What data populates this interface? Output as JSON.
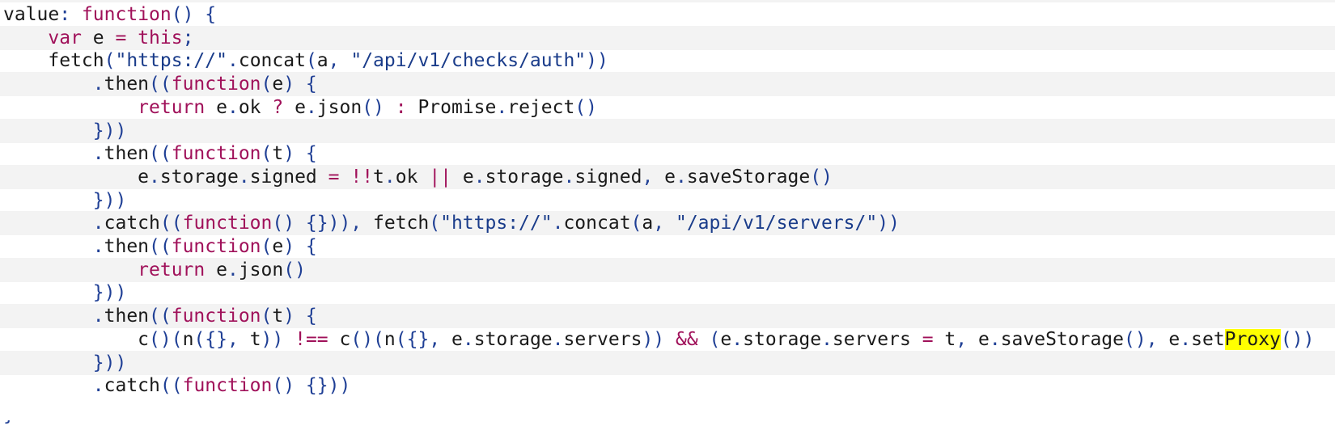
{
  "code_viewer": {
    "colors": {
      "plain": "#1a1a1a",
      "keyword": "#a0115a",
      "string": "#1a3c8a",
      "punctuation": "#1f3f95",
      "search_highlight": "#ffff00",
      "row_shade": "#f3f3f3"
    },
    "lines": [
      {
        "indent": 0,
        "shaded": false,
        "tokens": [
          {
            "t": "value",
            "k": "plain"
          },
          {
            "t": ": ",
            "k": "punc"
          },
          {
            "t": "function",
            "k": "kw"
          },
          {
            "t": "() {",
            "k": "punc"
          }
        ]
      },
      {
        "indent": 1,
        "shaded": true,
        "tokens": [
          {
            "t": "var",
            "k": "kw"
          },
          {
            "t": " e ",
            "k": "plain"
          },
          {
            "t": "=",
            "k": "kw"
          },
          {
            "t": " ",
            "k": "plain"
          },
          {
            "t": "this",
            "k": "kw"
          },
          {
            "t": ";",
            "k": "punc"
          }
        ]
      },
      {
        "indent": 1,
        "shaded": false,
        "tokens": [
          {
            "t": "fetch",
            "k": "plain"
          },
          {
            "t": "(",
            "k": "punc"
          },
          {
            "t": "\"https://\"",
            "k": "str"
          },
          {
            "t": ".",
            "k": "punc"
          },
          {
            "t": "concat",
            "k": "plain"
          },
          {
            "t": "(",
            "k": "punc"
          },
          {
            "t": "a",
            "k": "plain"
          },
          {
            "t": ", ",
            "k": "punc"
          },
          {
            "t": "\"/api/v1/checks/auth\"",
            "k": "str"
          },
          {
            "t": "))",
            "k": "punc"
          }
        ]
      },
      {
        "indent": 2,
        "shaded": true,
        "tokens": [
          {
            "t": ".",
            "k": "punc"
          },
          {
            "t": "then",
            "k": "plain"
          },
          {
            "t": "((",
            "k": "punc"
          },
          {
            "t": "function",
            "k": "kw"
          },
          {
            "t": "(",
            "k": "punc"
          },
          {
            "t": "e",
            "k": "plain"
          },
          {
            "t": ") {",
            "k": "punc"
          }
        ]
      },
      {
        "indent": 3,
        "shaded": false,
        "tokens": [
          {
            "t": "return",
            "k": "kw"
          },
          {
            "t": " e",
            "k": "plain"
          },
          {
            "t": ".",
            "k": "punc"
          },
          {
            "t": "ok ",
            "k": "plain"
          },
          {
            "t": "?",
            "k": "kw"
          },
          {
            "t": " e",
            "k": "plain"
          },
          {
            "t": ".",
            "k": "punc"
          },
          {
            "t": "json",
            "k": "plain"
          },
          {
            "t": "() ",
            "k": "punc"
          },
          {
            "t": ":",
            "k": "kw"
          },
          {
            "t": " Promise",
            "k": "plain"
          },
          {
            "t": ".",
            "k": "punc"
          },
          {
            "t": "reject",
            "k": "plain"
          },
          {
            "t": "()",
            "k": "punc"
          }
        ]
      },
      {
        "indent": 2,
        "shaded": true,
        "tokens": [
          {
            "t": "}))",
            "k": "punc"
          }
        ]
      },
      {
        "indent": 2,
        "shaded": false,
        "tokens": [
          {
            "t": ".",
            "k": "punc"
          },
          {
            "t": "then",
            "k": "plain"
          },
          {
            "t": "((",
            "k": "punc"
          },
          {
            "t": "function",
            "k": "kw"
          },
          {
            "t": "(",
            "k": "punc"
          },
          {
            "t": "t",
            "k": "plain"
          },
          {
            "t": ") {",
            "k": "punc"
          }
        ]
      },
      {
        "indent": 3,
        "shaded": true,
        "tokens": [
          {
            "t": "e",
            "k": "plain"
          },
          {
            "t": ".",
            "k": "punc"
          },
          {
            "t": "storage",
            "k": "plain"
          },
          {
            "t": ".",
            "k": "punc"
          },
          {
            "t": "signed ",
            "k": "plain"
          },
          {
            "t": "=",
            "k": "kw"
          },
          {
            "t": " ",
            "k": "plain"
          },
          {
            "t": "!!",
            "k": "kw"
          },
          {
            "t": "t",
            "k": "plain"
          },
          {
            "t": ".",
            "k": "punc"
          },
          {
            "t": "ok ",
            "k": "plain"
          },
          {
            "t": "||",
            "k": "kw"
          },
          {
            "t": " e",
            "k": "plain"
          },
          {
            "t": ".",
            "k": "punc"
          },
          {
            "t": "storage",
            "k": "plain"
          },
          {
            "t": ".",
            "k": "punc"
          },
          {
            "t": "signed",
            "k": "plain"
          },
          {
            "t": ", ",
            "k": "punc"
          },
          {
            "t": "e",
            "k": "plain"
          },
          {
            "t": ".",
            "k": "punc"
          },
          {
            "t": "saveStorage",
            "k": "plain"
          },
          {
            "t": "()",
            "k": "punc"
          }
        ]
      },
      {
        "indent": 2,
        "shaded": false,
        "tokens": [
          {
            "t": "}))",
            "k": "punc"
          }
        ]
      },
      {
        "indent": 2,
        "shaded": true,
        "tokens": [
          {
            "t": ".",
            "k": "punc"
          },
          {
            "t": "catch",
            "k": "plain"
          },
          {
            "t": "((",
            "k": "punc"
          },
          {
            "t": "function",
            "k": "kw"
          },
          {
            "t": "() {})), ",
            "k": "punc"
          },
          {
            "t": "fetch",
            "k": "plain"
          },
          {
            "t": "(",
            "k": "punc"
          },
          {
            "t": "\"https://\"",
            "k": "str"
          },
          {
            "t": ".",
            "k": "punc"
          },
          {
            "t": "concat",
            "k": "plain"
          },
          {
            "t": "(",
            "k": "punc"
          },
          {
            "t": "a",
            "k": "plain"
          },
          {
            "t": ", ",
            "k": "punc"
          },
          {
            "t": "\"/api/v1/servers/\"",
            "k": "str"
          },
          {
            "t": "))",
            "k": "punc"
          }
        ]
      },
      {
        "indent": 2,
        "shaded": false,
        "tokens": [
          {
            "t": ".",
            "k": "punc"
          },
          {
            "t": "then",
            "k": "plain"
          },
          {
            "t": "((",
            "k": "punc"
          },
          {
            "t": "function",
            "k": "kw"
          },
          {
            "t": "(",
            "k": "punc"
          },
          {
            "t": "e",
            "k": "plain"
          },
          {
            "t": ") {",
            "k": "punc"
          }
        ]
      },
      {
        "indent": 3,
        "shaded": true,
        "tokens": [
          {
            "t": "return",
            "k": "kw"
          },
          {
            "t": " e",
            "k": "plain"
          },
          {
            "t": ".",
            "k": "punc"
          },
          {
            "t": "json",
            "k": "plain"
          },
          {
            "t": "()",
            "k": "punc"
          }
        ]
      },
      {
        "indent": 2,
        "shaded": false,
        "tokens": [
          {
            "t": "}))",
            "k": "punc"
          }
        ]
      },
      {
        "indent": 2,
        "shaded": true,
        "tokens": [
          {
            "t": ".",
            "k": "punc"
          },
          {
            "t": "then",
            "k": "plain"
          },
          {
            "t": "((",
            "k": "punc"
          },
          {
            "t": "function",
            "k": "kw"
          },
          {
            "t": "(",
            "k": "punc"
          },
          {
            "t": "t",
            "k": "plain"
          },
          {
            "t": ") {",
            "k": "punc"
          }
        ]
      },
      {
        "indent": 3,
        "shaded": false,
        "tokens": [
          {
            "t": "c",
            "k": "plain"
          },
          {
            "t": "()(",
            "k": "punc"
          },
          {
            "t": "n",
            "k": "plain"
          },
          {
            "t": "({}, ",
            "k": "punc"
          },
          {
            "t": "t",
            "k": "plain"
          },
          {
            "t": ")) ",
            "k": "punc"
          },
          {
            "t": "!==",
            "k": "kw"
          },
          {
            "t": " c",
            "k": "plain"
          },
          {
            "t": "()(",
            "k": "punc"
          },
          {
            "t": "n",
            "k": "plain"
          },
          {
            "t": "({}, ",
            "k": "punc"
          },
          {
            "t": "e",
            "k": "plain"
          },
          {
            "t": ".",
            "k": "punc"
          },
          {
            "t": "storage",
            "k": "plain"
          },
          {
            "t": ".",
            "k": "punc"
          },
          {
            "t": "servers",
            "k": "plain"
          },
          {
            "t": ")) ",
            "k": "punc"
          },
          {
            "t": "&&",
            "k": "kw"
          },
          {
            "t": " (",
            "k": "punc"
          },
          {
            "t": "e",
            "k": "plain"
          },
          {
            "t": ".",
            "k": "punc"
          },
          {
            "t": "storage",
            "k": "plain"
          },
          {
            "t": ".",
            "k": "punc"
          },
          {
            "t": "servers ",
            "k": "plain"
          },
          {
            "t": "=",
            "k": "kw"
          },
          {
            "t": " t",
            "k": "plain"
          },
          {
            "t": ", ",
            "k": "punc"
          },
          {
            "t": "e",
            "k": "plain"
          },
          {
            "t": ".",
            "k": "punc"
          },
          {
            "t": "saveStorage",
            "k": "plain"
          },
          {
            "t": "(), ",
            "k": "punc"
          },
          {
            "t": "e",
            "k": "plain"
          },
          {
            "t": ".",
            "k": "punc"
          },
          {
            "t": "set",
            "k": "plain"
          },
          {
            "t": "Proxy",
            "k": "hl"
          },
          {
            "t": "())",
            "k": "punc"
          }
        ]
      },
      {
        "indent": 2,
        "shaded": true,
        "tokens": [
          {
            "t": "}))",
            "k": "punc"
          }
        ]
      },
      {
        "indent": 2,
        "shaded": false,
        "tokens": [
          {
            "t": ".",
            "k": "punc"
          },
          {
            "t": "catch",
            "k": "plain"
          },
          {
            "t": "((",
            "k": "punc"
          },
          {
            "t": "function",
            "k": "kw"
          },
          {
            "t": "() {}))",
            "k": "punc"
          }
        ]
      }
    ],
    "trailing_fragment": "}"
  }
}
